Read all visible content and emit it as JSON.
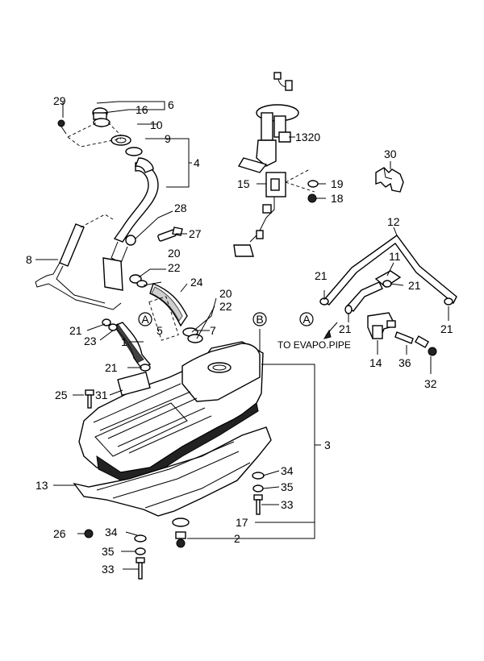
{
  "callouts": {
    "c29": "29",
    "c16": "16",
    "c6": "6",
    "c10": "10",
    "c9": "9",
    "c4": "4",
    "c28": "28",
    "c27": "27",
    "c8": "8",
    "c20a": "20",
    "c22a": "22",
    "c24": "24",
    "c20b": "20",
    "c22b": "22",
    "c5": "5",
    "c7": "7",
    "c21a": "21",
    "c23": "23",
    "c1": "1",
    "c21b": "21",
    "c1320": "1320",
    "c15": "15",
    "c19": "19",
    "c18": "18",
    "c30": "30",
    "c12": "12",
    "c11": "11",
    "c21c": "21",
    "c21d": "21",
    "c21e": "21",
    "c21f": "21",
    "c14": "14",
    "c36": "36",
    "c32": "32",
    "c25": "25",
    "c31": "31",
    "c3": "3",
    "c34a": "34",
    "c35a": "35",
    "c33a": "33",
    "c13": "13",
    "c17": "17",
    "c26": "26",
    "c34b": "34",
    "c2": "2",
    "c35b": "35",
    "c33b": "33"
  },
  "refs": {
    "a1": "A",
    "a2": "A",
    "b1": "B"
  },
  "note": "TO EVAPO.PIPE"
}
